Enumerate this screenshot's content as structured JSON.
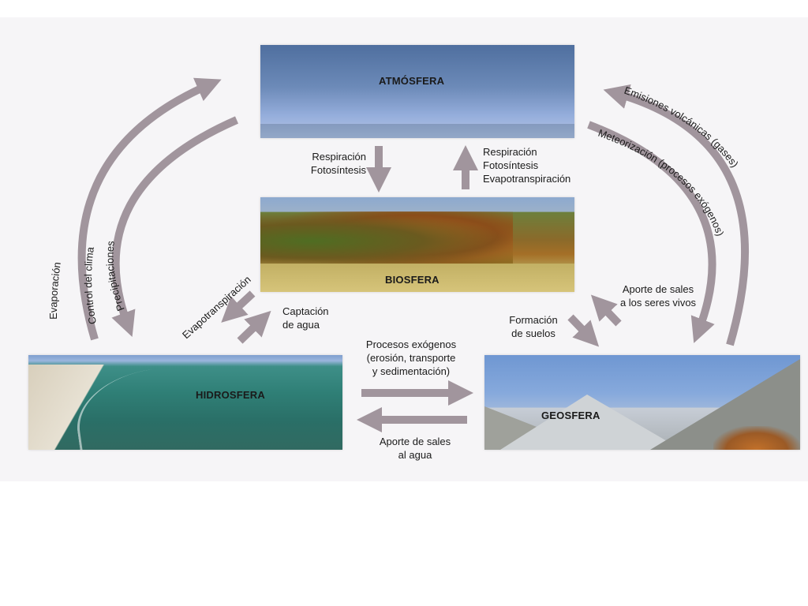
{
  "spheres": {
    "atmosfera": "ATMÓSFERA",
    "biosfera": "BIOSFERA",
    "hidrosfera": "HIDROSFERA",
    "geosfera": "GEOSFERA"
  },
  "labels": {
    "evaporacion": "Evaporación",
    "control_clima": "Control del clima",
    "precipitaciones": "Precipitaciones",
    "emisiones": "Emisiones volcánicas (gases)",
    "meteorizacion": "Meteorización (procesos exógenos)",
    "atm_to_bio": [
      "Respiración",
      "Fotosíntesis"
    ],
    "bio_to_atm": [
      "Respiración",
      "Fotosíntesis",
      "Evapotranspiración"
    ],
    "evapotranspiracion": "Evapotranspiración",
    "captacion": [
      "Captación",
      "de agua"
    ],
    "aporte_seres": [
      "Aporte de sales",
      "a los seres vivos"
    ],
    "formacion": [
      "Formación",
      "de suelos"
    ],
    "procesos": [
      "Procesos exógenos",
      "(erosión, transporte",
      "y sedimentación)"
    ],
    "aporte_agua": [
      "Aporte de sales",
      "al agua"
    ]
  },
  "colors": {
    "arrow": "#a1959d",
    "background": "#f6f5f7"
  }
}
